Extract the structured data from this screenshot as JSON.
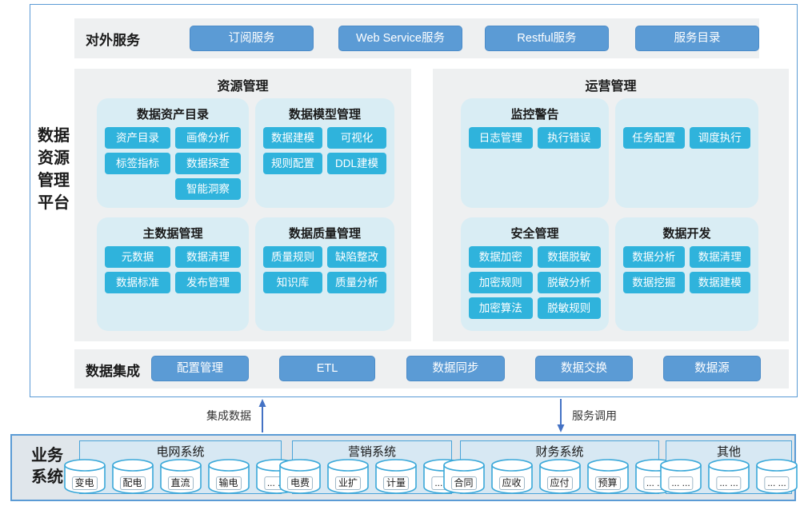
{
  "platform": {
    "lines": [
      "数据",
      "资源",
      "管理",
      "平台"
    ]
  },
  "external_services": {
    "label": "对外服务",
    "buttons": [
      "订阅服务",
      "Web Service服务",
      "Restful服务",
      "服务目录"
    ]
  },
  "resource_mgmt": {
    "title": "资源管理",
    "cards": [
      {
        "title": "数据资产目录",
        "buttons": [
          "资产目录",
          "画像分析",
          "标签指标",
          "数据探查",
          "智能洞察"
        ]
      },
      {
        "title": "数据模型管理",
        "buttons": [
          "数据建模",
          "可视化",
          "规则配置",
          "DDL建模"
        ]
      },
      {
        "title": "主数据管理",
        "buttons": [
          "元数据",
          "数据清理",
          "数据标准",
          "发布管理"
        ]
      },
      {
        "title": "数据质量管理",
        "buttons": [
          "质量规则",
          "缺陷整改",
          "知识库",
          "质量分析"
        ]
      }
    ]
  },
  "operation_mgmt": {
    "title": "运营管理",
    "cards": [
      {
        "title": "监控警告",
        "buttons": [
          "日志管理",
          "执行错误"
        ]
      },
      {
        "title": "",
        "buttons": [
          "任务配置",
          "调度执行"
        ]
      },
      {
        "title": "安全管理",
        "buttons": [
          "数据加密",
          "数据脱敏",
          "加密规则",
          "脱敏分析",
          "加密算法",
          "脱敏规则"
        ]
      },
      {
        "title": "数据开发",
        "buttons": [
          "数据分析",
          "数据清理",
          "数据挖掘",
          "数据建模"
        ]
      }
    ]
  },
  "data_integration": {
    "label": "数据集成",
    "buttons": [
      "配置管理",
      "ETL",
      "数据同步",
      "数据交换",
      "数据源"
    ]
  },
  "flows": {
    "up_label": "集成数据",
    "down_label": "服务调用"
  },
  "business_systems": {
    "label_lines": [
      "业务",
      "系统"
    ],
    "systems": [
      {
        "title": "电网系统",
        "items": [
          "变电",
          "配电",
          "直流",
          "输电",
          "... ..."
        ]
      },
      {
        "title": "营销系统",
        "items": [
          "电费",
          "业扩",
          "计量",
          "... ..."
        ]
      },
      {
        "title": "财务系统",
        "items": [
          "合同",
          "应收",
          "应付",
          "预算",
          "... ..."
        ]
      },
      {
        "title": "其他",
        "items": [
          "... ...",
          "... ...",
          "... ..."
        ]
      }
    ]
  },
  "colors": {
    "steel_blue": "#5b9bd5",
    "cyan_chip": "#2fb3dc",
    "card_bg": "#d9edf4",
    "panel_bg": "#eef0f1",
    "arrow_blue": "#4472c4",
    "business_bg": "#e0e6eb",
    "system_box_bg": "#d7e8f3",
    "system_box_border": "#4aa3d9"
  }
}
